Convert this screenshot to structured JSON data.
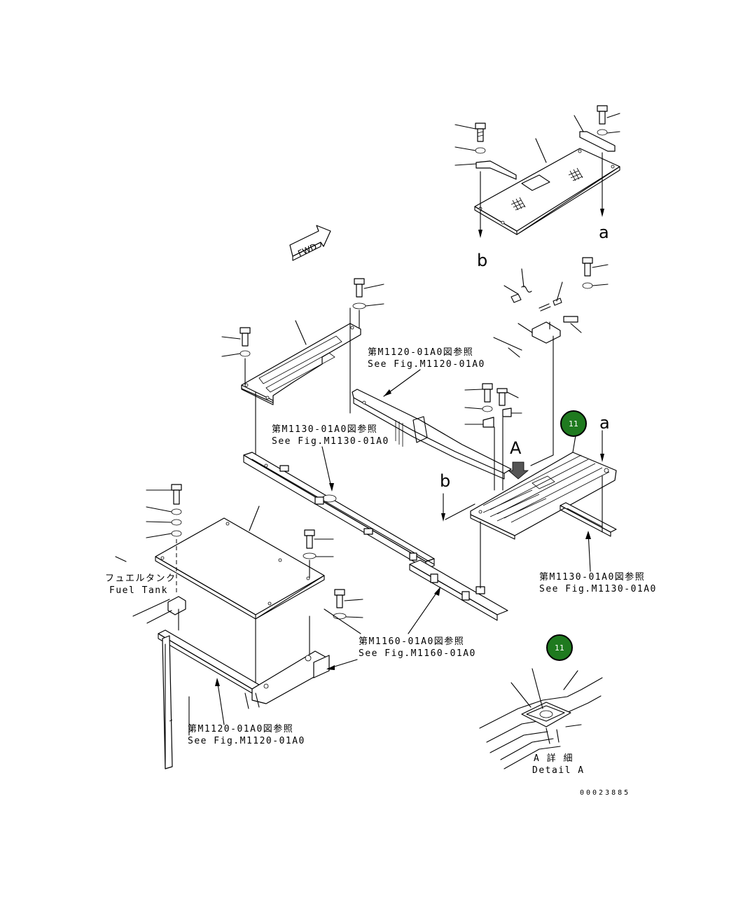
{
  "callouts": [
    {
      "id": "ref-m1120-top",
      "jp": "第M1120-01A0図参照",
      "en": "See Fig.M1120-01A0"
    },
    {
      "id": "ref-m1130-mid",
      "jp": "第M1130-01A0図参照",
      "en": "See Fig.M1130-01A0"
    },
    {
      "id": "ref-m1130-right",
      "jp": "第M1130-01A0図参照",
      "en": "See Fig.M1130-01A0"
    },
    {
      "id": "ref-m1160",
      "jp": "第M1160-01A0図参照",
      "en": "See Fig.M1160-01A0"
    },
    {
      "id": "ref-m1120-bottom",
      "jp": "第M1120-01A0図参照",
      "en": "See Fig.M1120-01A0"
    }
  ],
  "fuel_tank": {
    "jp": "フュエルタンク",
    "en": "Fuel Tank"
  },
  "detail": {
    "jp": "A 詳 細",
    "en": "Detail A"
  },
  "letters": {
    "a_top": "a",
    "b_top": "b",
    "a_right": "a",
    "b_mid": "b",
    "A_view": "A"
  },
  "fwd": "FWD",
  "badges": [
    {
      "label": "11"
    },
    {
      "label": "11"
    }
  ],
  "badge_color": "#1f7a1f",
  "drawing_number": "00023885"
}
